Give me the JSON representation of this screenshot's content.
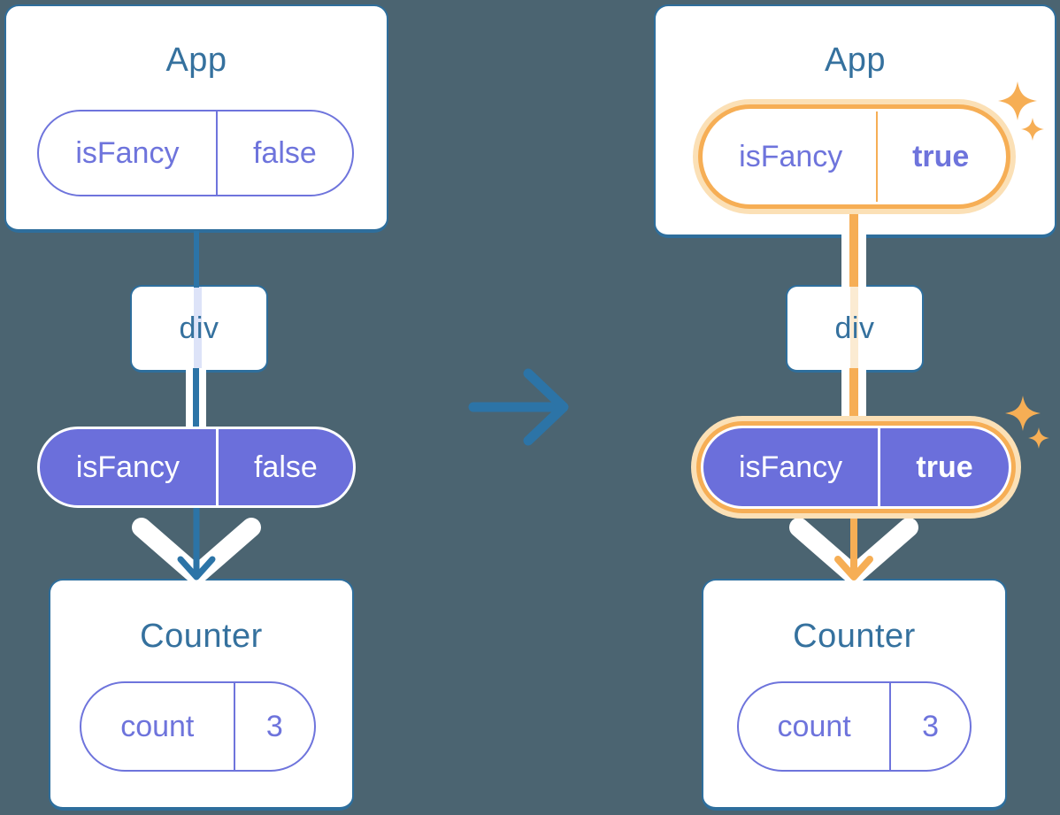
{
  "colors": {
    "background": "#4B6471",
    "card-bg": "#FFFFFF",
    "card-border": "#2E6E9C",
    "title-text": "#35719E",
    "blue-line": "#2C74A7",
    "purple": "#6B6FDB",
    "purple-text": "#6E74DC",
    "orange": "#F6AE55",
    "orange-glow": "#FBE0B6",
    "orange-pale": "#FBEBD2",
    "lavender": "#DDE3F8",
    "white": "#FFFFFF"
  },
  "left_tree": {
    "app": {
      "title": "App",
      "prop": {
        "name": "isFancy",
        "value": "false"
      }
    },
    "div": {
      "label": "div"
    },
    "passed_prop": {
      "name": "isFancy",
      "value": "false"
    },
    "counter": {
      "title": "Counter",
      "state": {
        "name": "count",
        "value": "3"
      }
    }
  },
  "right_tree": {
    "app": {
      "title": "App",
      "prop": {
        "name": "isFancy",
        "value": "true"
      }
    },
    "div": {
      "label": "div"
    },
    "passed_prop": {
      "name": "isFancy",
      "value": "true"
    },
    "counter": {
      "title": "Counter",
      "state": {
        "name": "count",
        "value": "3"
      }
    }
  },
  "icons": {
    "transform_arrow": "arrow-right →",
    "flow_arrow": "chevron-down ↓",
    "sparkles": "sparkle ✦"
  }
}
